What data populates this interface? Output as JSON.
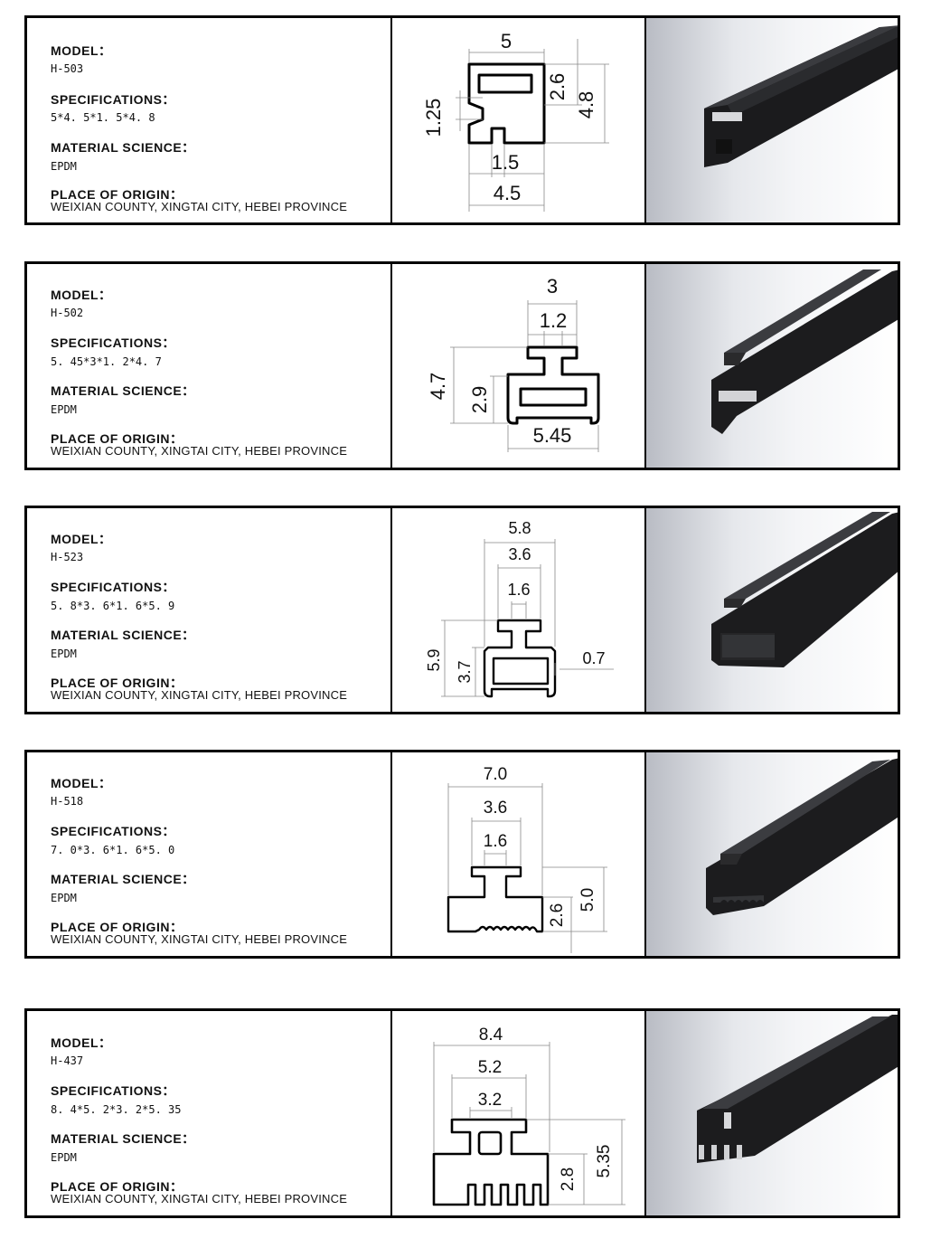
{
  "labels": {
    "model": "MODEL：",
    "spec": "SPECIFICATIONS：",
    "material": "MATERIAL SCIENCE：",
    "origin": "PLACE OF ORIGIN："
  },
  "products": [
    {
      "model": "H-503",
      "spec": "5*4. 5*1. 5*4. 8",
      "material": "EPDM",
      "origin": "WEIXIAN COUNTY, XINGTAI CITY, HEBEI PROVINCE",
      "dims": [
        "5",
        "2.6",
        "4.8",
        "1.25",
        "1.5",
        "4.5"
      ]
    },
    {
      "model": "H-502",
      "spec": "5. 45*3*1. 2*4. 7",
      "material": "EPDM",
      "origin": "WEIXIAN COUNTY, XINGTAI CITY, HEBEI PROVINCE",
      "dims": [
        "3",
        "1.2",
        "4.7",
        "2.9",
        "5.45"
      ]
    },
    {
      "model": "H-523",
      "spec": "5. 8*3. 6*1. 6*5. 9",
      "material": "EPDM",
      "origin": "WEIXIAN COUNTY, XINGTAI CITY, HEBEI PROVINCE",
      "dims": [
        "5.8",
        "3.6",
        "1.6",
        "5.9",
        "3.7",
        "0.7"
      ]
    },
    {
      "model": "H-518",
      "spec": "7. 0*3. 6*1. 6*5. 0",
      "material": "EPDM",
      "origin": "WEIXIAN COUNTY, XINGTAI CITY, HEBEI PROVINCE",
      "dims": [
        "7.0",
        "3.6",
        "1.6",
        "2.6",
        "5.0"
      ]
    },
    {
      "model": "H-437",
      "spec": "8. 4*5. 2*3. 2*5. 35",
      "material": "EPDM",
      "origin": "WEIXIAN COUNTY, XINGTAI CITY, HEBEI PROVINCE",
      "dims": [
        "8.4",
        "5.2",
        "3.2",
        "2.8",
        "5.35"
      ]
    }
  ]
}
